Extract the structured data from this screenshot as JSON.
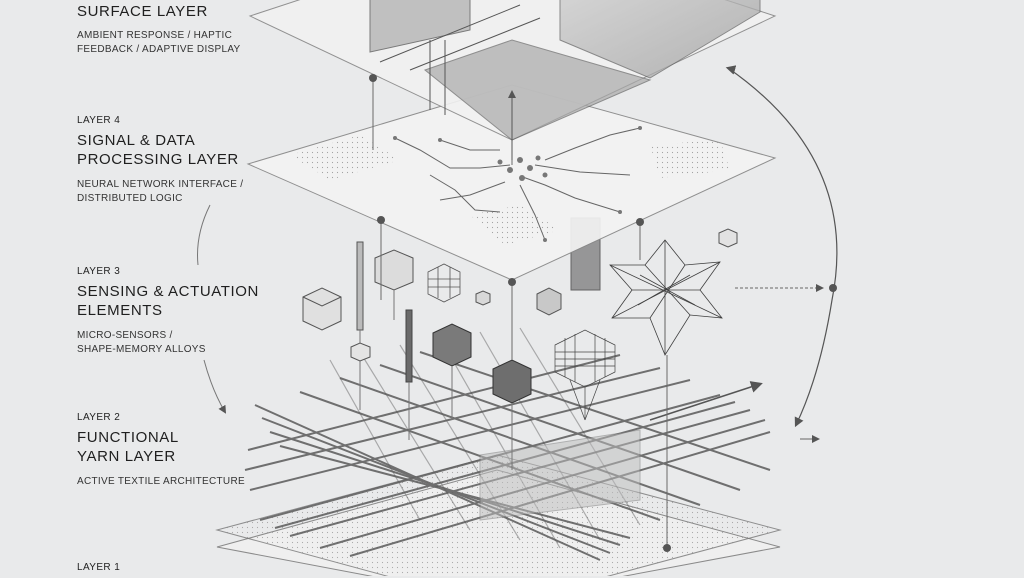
{
  "layers": [
    {
      "number": "",
      "title": "SURFACE LAYER",
      "description": "AMBIENT RESPONSE / HAPTIC\nFEEDBACK / ADAPTIVE DISPLAY"
    },
    {
      "number": "LAYER 4",
      "title": "SIGNAL & DATA\nPROCESSING LAYER",
      "description": "NEURAL NETWORK INTERFACE /\nDISTRIBUTED LOGIC"
    },
    {
      "number": "LAYER 3",
      "title": "SENSING & ACTUATION\nELEMENTS",
      "description": "MICRO-SENSORS /\nSHAPE-MEMORY ALLOYS"
    },
    {
      "number": "LAYER 2",
      "title": "FUNCTIONAL\nYARN LAYER",
      "description": "ACTIVE TEXTILE ARCHITECTURE"
    },
    {
      "number": "LAYER 1",
      "title": "",
      "description": ""
    }
  ],
  "colors": {
    "background": "#e9eaeb",
    "line": "#555555",
    "dark_fill": "#6a6a6a",
    "plane_fill": "#f4f4f4"
  }
}
